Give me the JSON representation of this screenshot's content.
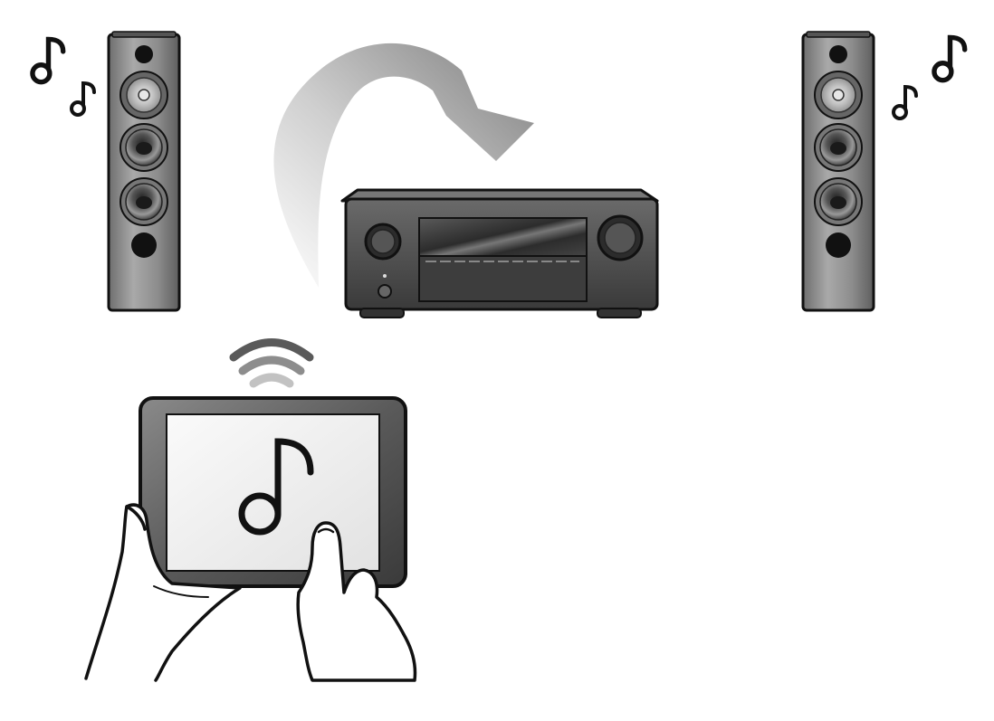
{
  "scene": {
    "devices": [
      {
        "id": "speaker-left",
        "kind": "floor-standing speaker"
      },
      {
        "id": "speaker-right",
        "kind": "floor-standing speaker"
      },
      {
        "id": "receiver",
        "kind": "AV receiver"
      },
      {
        "id": "tablet",
        "kind": "tablet held in two hands"
      }
    ],
    "icons": [
      "music-note-icon",
      "wireless-signal-icon",
      "curved-arrow-icon"
    ],
    "colors": {
      "outline": "#111111",
      "speaker_body": "#8a8a8a",
      "receiver_body": "#555555",
      "screen": "#f2f2f2",
      "arrow": "#9a9a9a"
    }
  }
}
